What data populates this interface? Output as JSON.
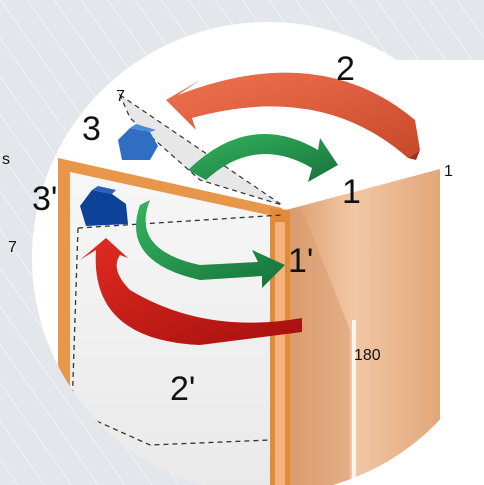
{
  "labels": {
    "arrow_2": "2",
    "arrow_1": "1",
    "arrow_1_prime": "1'",
    "arrow_2_prime": "2'",
    "block_3": "3",
    "block_3_prime": "3'",
    "edge_7_top": "7",
    "edge_7_left": "7",
    "edge_1_right": "1",
    "angle_180": "180",
    "partial_s": "s"
  },
  "colors": {
    "background_panel": "#e3e6ea",
    "hatch_line": "#ffffff",
    "circle_fill": "#ffffff",
    "door_frame": "#e8964a",
    "door_panel_right": "#e6b48e",
    "arrow_red_light": "#e0603e",
    "arrow_red_dark": "#cc1b16",
    "arrow_green": "#21954a",
    "block_blue_light": "#2f6ec0",
    "block_blue_dark": "#0d4299"
  }
}
